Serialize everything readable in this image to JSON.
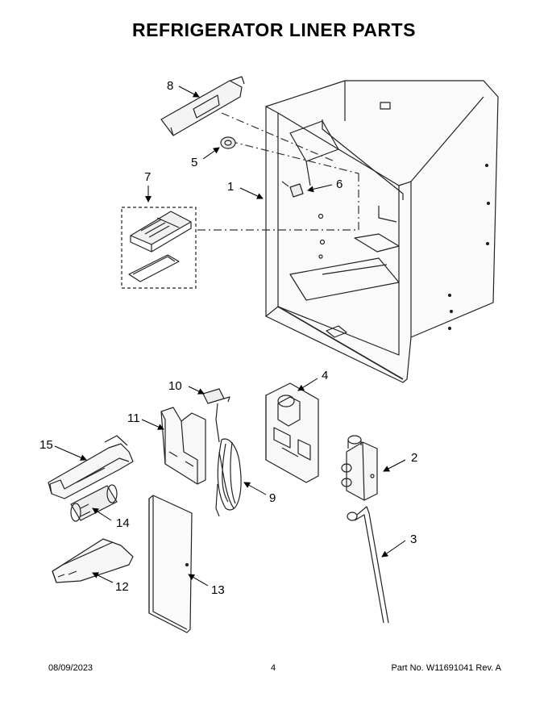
{
  "title": "REFRIGERATOR LINER PARTS",
  "callouts": {
    "c1": "1",
    "c2": "2",
    "c3": "3",
    "c4": "4",
    "c5": "5",
    "c6": "6",
    "c7": "7",
    "c8": "8",
    "c9": "9",
    "c10": "10",
    "c11": "11",
    "c12": "12",
    "c13": "13",
    "c14": "14",
    "c15": "15"
  },
  "footer": {
    "date": "08/09/2023",
    "page": "4",
    "part_no": "Part No.  W11691041  Rev.  A"
  }
}
